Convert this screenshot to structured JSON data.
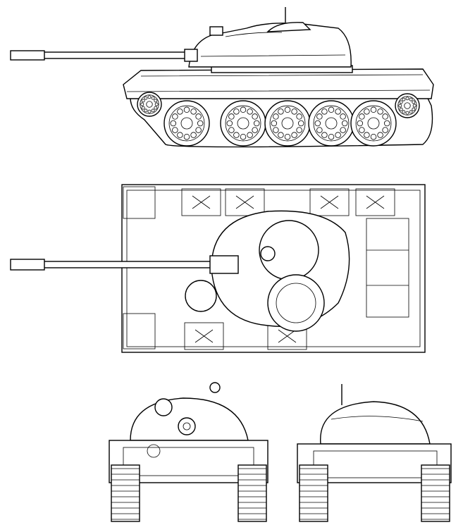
{
  "drawing": {
    "views": [
      "side",
      "top",
      "front",
      "rear"
    ],
    "colors": {
      "line": "#000000",
      "background": "#ffffff"
    }
  }
}
